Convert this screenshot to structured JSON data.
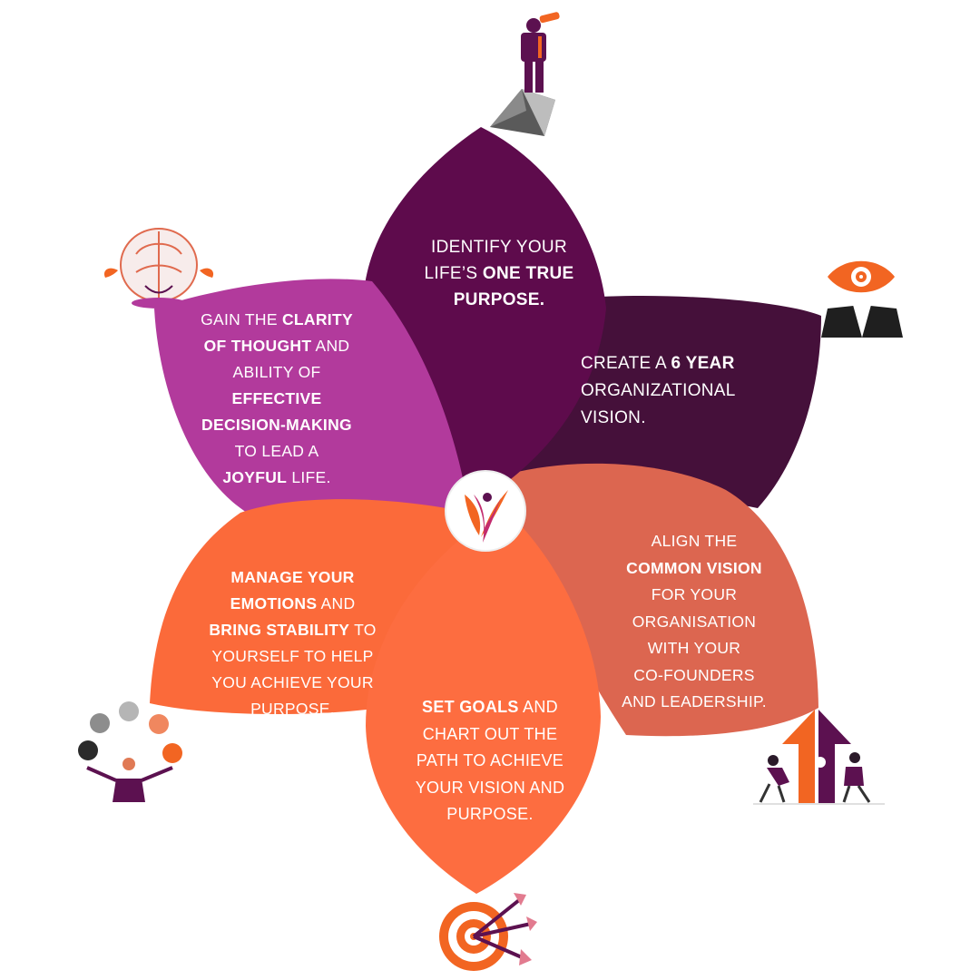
{
  "colors": {
    "petal_top": "#5e0b4c",
    "petal_top_right": "#45103a",
    "petal_left": "#b23a9c",
    "petal_right": "#dc6650",
    "petal_bottom_left": "#fb6a3a",
    "petal_bottom": "#fd6d40",
    "accent_orange": "#f26522",
    "accent_purple": "#5c1150"
  },
  "petals": {
    "purpose": {
      "lines": [
        [
          {
            "t": "IDENTIFY YOUR",
            "b": false
          }
        ],
        [
          {
            "t": "LIFE’S ",
            "b": false
          },
          {
            "t": "ONE TRUE",
            "b": true
          }
        ],
        [
          {
            "t": "PURPOSE.",
            "b": true
          }
        ]
      ]
    },
    "vision": {
      "lines": [
        [
          {
            "t": "CREATE A ",
            "b": false
          },
          {
            "t": "6 YEAR",
            "b": true
          }
        ],
        [
          {
            "t": "ORGANIZATIONAL",
            "b": false
          }
        ],
        [
          {
            "t": "VISION.",
            "b": false
          }
        ]
      ]
    },
    "clarity": {
      "lines": [
        [
          {
            "t": "GAIN THE ",
            "b": false
          },
          {
            "t": "CLARITY",
            "b": true
          }
        ],
        [
          {
            "t": "OF THOUGHT",
            "b": true
          },
          {
            "t": " AND",
            "b": false
          }
        ],
        [
          {
            "t": "ABILITY OF",
            "b": false
          }
        ],
        [
          {
            "t": "EFFECTIVE",
            "b": true
          }
        ],
        [
          {
            "t": "DECISION-MAKING",
            "b": true
          }
        ],
        [
          {
            "t": "TO LEAD A",
            "b": false
          }
        ],
        [
          {
            "t": "JOYFUL",
            "b": true
          },
          {
            "t": " LIFE.",
            "b": false
          }
        ]
      ]
    },
    "align": {
      "lines": [
        [
          {
            "t": "ALIGN THE",
            "b": false
          }
        ],
        [
          {
            "t": "COMMON VISION",
            "b": true
          }
        ],
        [
          {
            "t": "FOR YOUR",
            "b": false
          }
        ],
        [
          {
            "t": "ORGANISATION",
            "b": false
          }
        ],
        [
          {
            "t": "WITH YOUR",
            "b": false
          }
        ],
        [
          {
            "t": "CO-FOUNDERS",
            "b": false
          }
        ],
        [
          {
            "t": "AND LEADERSHIP.",
            "b": false
          }
        ]
      ]
    },
    "emotions": {
      "lines": [
        [
          {
            "t": "MANAGE YOUR",
            "b": true
          }
        ],
        [
          {
            "t": "EMOTIONS",
            "b": true
          },
          {
            "t": " AND",
            "b": false
          }
        ],
        [
          {
            "t": "BRING STABILITY",
            "b": true
          },
          {
            "t": " TO",
            "b": false
          }
        ],
        [
          {
            "t": "YOURSELF TO HELP",
            "b": false
          }
        ],
        [
          {
            "t": "YOU ACHIEVE YOUR",
            "b": false
          }
        ],
        [
          {
            "t": "PURPOSE.",
            "b": false
          }
        ]
      ]
    },
    "goals": {
      "lines": [
        [
          {
            "t": "SET GOALS",
            "b": true
          },
          {
            "t": " AND",
            "b": false
          }
        ],
        [
          {
            "t": "CHART OUT THE",
            "b": false
          }
        ],
        [
          {
            "t": "PATH TO ACHIEVE",
            "b": false
          }
        ],
        [
          {
            "t": "YOUR VISION AND",
            "b": false
          }
        ],
        [
          {
            "t": "PURPOSE.",
            "b": false
          }
        ]
      ]
    }
  },
  "icons": {
    "purpose": "telescope-man-icon",
    "vision": "eye-target-icon",
    "clarity": "meditating-brain-icon",
    "align": "puzzle-arrow-team-icon",
    "emotions": "juggling-emotions-icon",
    "goals": "target-arrows-icon",
    "center": "brand-logo-icon"
  }
}
